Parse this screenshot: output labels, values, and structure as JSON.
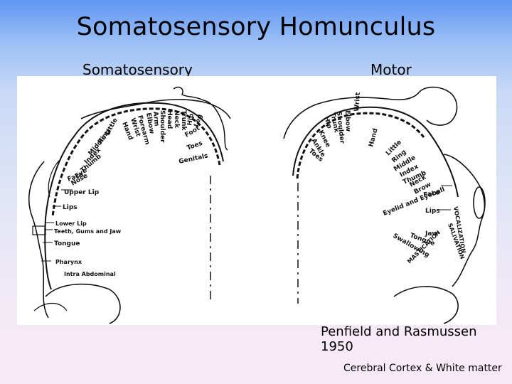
{
  "slide": {
    "title": "Somatosensory Homunculus",
    "left_label": "Somatosensory",
    "right_label": "Motor",
    "citation": "Penfield and Rasmussen 1950",
    "footer": "Cerebral Cortex & White matter"
  },
  "sensory_labels": {
    "radial": [
      "Genitals",
      "Toes",
      "Foot",
      "Leg",
      "Hip",
      "Trunk",
      "Neck",
      "Head",
      "Shoulder",
      "Arm",
      "Elbow",
      "Forearm",
      "Wrist",
      "Hand",
      "Little",
      "Ring",
      "Middle",
      "Index",
      "Thumb",
      "Eye",
      "Nose",
      "Face"
    ],
    "horizontal": [
      "Upper Lip",
      "Lips",
      "Lower Lip",
      "Teeth, Gums and Jaw",
      "Tongue",
      "Pharynx",
      "Intra Abdominal"
    ]
  },
  "motor_labels": {
    "radial": [
      "Toes",
      "Ankle",
      "Knee",
      "Hip",
      "Trunk",
      "Shoulder",
      "Elbow",
      "Wrist",
      "Hand",
      "Little",
      "Ring",
      "Middle",
      "Index",
      "Thumb",
      "Neck",
      "Brow",
      "Eyelid and Eyeball",
      "Face"
    ],
    "horizontal": [
      "Lips",
      "Jaw",
      "Tongue",
      "Swallowing"
    ],
    "vertical": [
      "VOCALIZATION",
      "SALIVATION",
      "MASTICATION"
    ]
  }
}
